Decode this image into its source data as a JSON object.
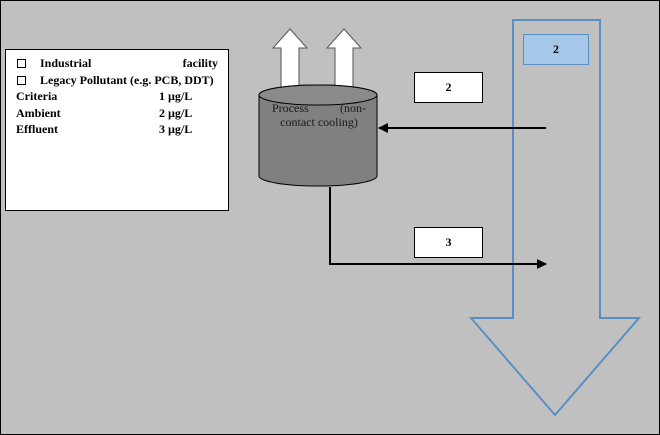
{
  "legend": {
    "item1": "Industrial facility",
    "item2": "Legacy Pollutant (e.g. PCB, DDT)",
    "measurements": [
      {
        "label": "Criteria",
        "value": "1 µg/L"
      },
      {
        "label": "Ambient",
        "value": "2 µg/L"
      },
      {
        "label": "Effluent",
        "value": "3 µg/L"
      }
    ]
  },
  "process_label": "Process (non-contact cooling)",
  "labels": {
    "inflow": "2",
    "outflow": "3",
    "river": "2"
  },
  "colors": {
    "background": "#c0c0c0",
    "river": "#a6c8e8",
    "river_outline": "#5b8fc4",
    "tank": "#808080"
  }
}
